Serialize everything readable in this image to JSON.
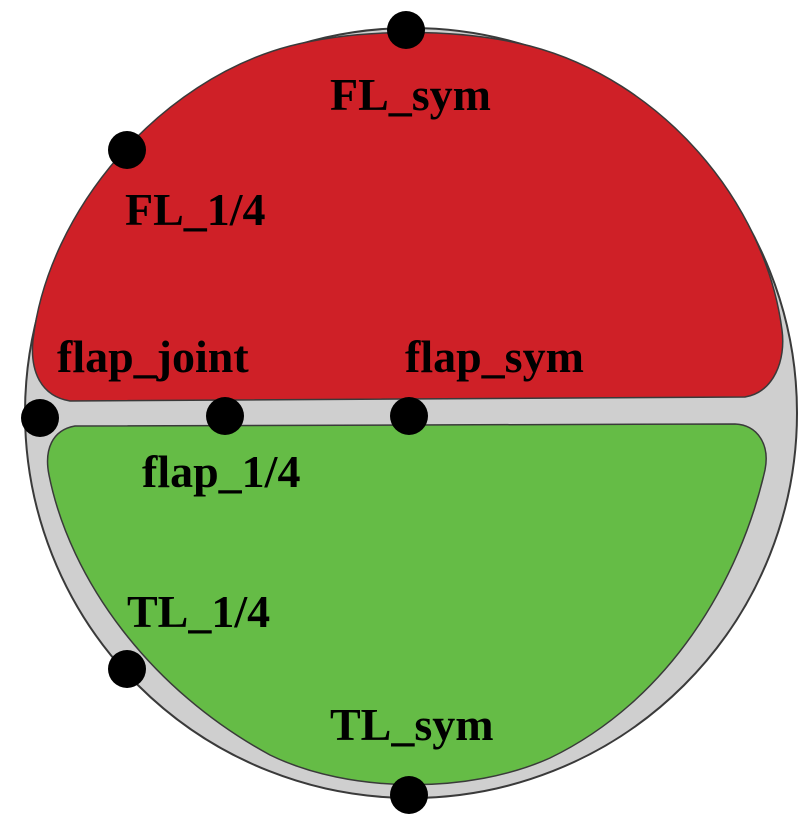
{
  "colors": {
    "ring": "#cfcfcf",
    "outline": "#3a3a3a",
    "false_lumen": "#cf2027",
    "true_lumen": "#65bc46",
    "point": "#000000"
  },
  "regions": {
    "upper": "false-lumen",
    "lower": "true-lumen"
  },
  "points": [
    {
      "id": "fl-sym",
      "label": "FL_sym"
    },
    {
      "id": "fl-quarter",
      "label": "FL_1/4"
    },
    {
      "id": "flap-joint",
      "label": "flap_joint"
    },
    {
      "id": "flap-sym",
      "label": "flap_sym"
    },
    {
      "id": "flap-quarter",
      "label": "flap_1/4"
    },
    {
      "id": "tl-quarter",
      "label": "TL_1/4"
    },
    {
      "id": "tl-sym",
      "label": "TL_sym"
    }
  ]
}
